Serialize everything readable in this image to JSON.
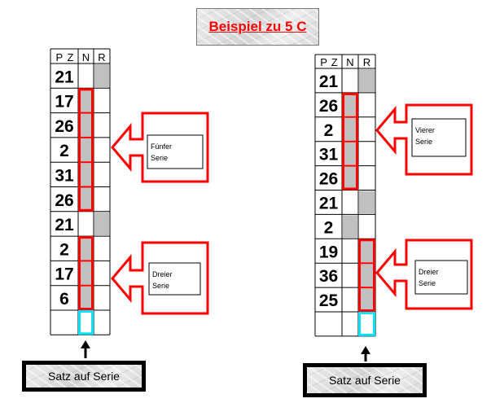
{
  "title": "Beispiel zu 5 C",
  "columns": [
    "PZ",
    "N",
    "R"
  ],
  "left_table": {
    "rows": [
      {
        "num": "21",
        "filled": "R"
      },
      {
        "num": "17",
        "filled": "N"
      },
      {
        "num": "26",
        "filled": "N"
      },
      {
        "num": "2",
        "filled": "N"
      },
      {
        "num": "31",
        "filled": "N"
      },
      {
        "num": "26",
        "filled": "N"
      },
      {
        "num": "21",
        "filled": "R"
      },
      {
        "num": "2",
        "filled": "N"
      },
      {
        "num": "17",
        "filled": "N"
      },
      {
        "num": "6",
        "filled": "N"
      },
      {
        "num": "",
        "filled": ""
      }
    ],
    "series": [
      {
        "col": "N",
        "start": 1,
        "end": 5,
        "color": "#ff0000"
      },
      {
        "col": "N",
        "start": 7,
        "end": 9,
        "color": "#ff0000"
      },
      {
        "col": "N",
        "start": 10,
        "end": 10,
        "color": "#00e5ff"
      }
    ]
  },
  "right_table": {
    "rows": [
      {
        "num": "21",
        "filled": "R"
      },
      {
        "num": "26",
        "filled": "N"
      },
      {
        "num": "2",
        "filled": "N"
      },
      {
        "num": "31",
        "filled": "N"
      },
      {
        "num": "26",
        "filled": "N"
      },
      {
        "num": "21",
        "filled": "R"
      },
      {
        "num": "2",
        "filled": "N"
      },
      {
        "num": "19",
        "filled": "R"
      },
      {
        "num": "36",
        "filled": "R"
      },
      {
        "num": "25",
        "filled": "R"
      },
      {
        "num": "",
        "filled": ""
      }
    ],
    "series": [
      {
        "col": "N",
        "start": 1,
        "end": 4,
        "color": "#ff0000"
      },
      {
        "col": "R",
        "start": 7,
        "end": 9,
        "color": "#ff0000"
      },
      {
        "col": "R",
        "start": 10,
        "end": 10,
        "color": "#00e5ff"
      }
    ]
  },
  "callouts": {
    "left_top": [
      "Fünfer",
      "Serie"
    ],
    "left_bottom": [
      "Dreier",
      "Serie"
    ],
    "right_top": [
      "Vierer",
      "Serie"
    ],
    "right_bottom": [
      "Dreier",
      "Serie"
    ]
  },
  "captions": {
    "left": "Satz auf Serie",
    "right": "Satz auf Serie"
  },
  "colors": {
    "series_outline": "#ff0000",
    "bet_outline": "#00e5ff",
    "cell_fill": "#c0c0c0",
    "grid": "#000000"
  }
}
